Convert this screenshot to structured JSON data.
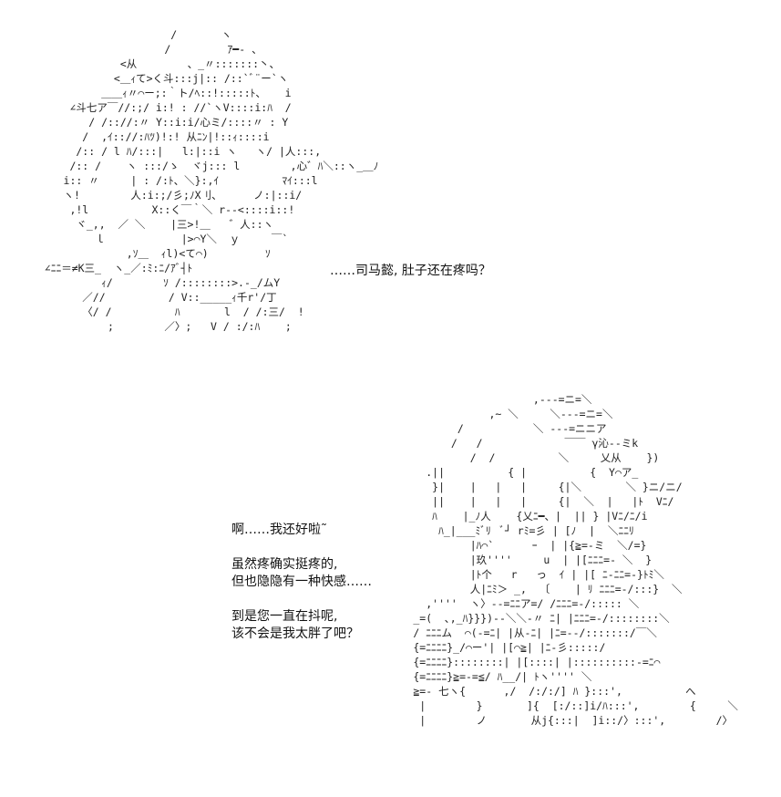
{
  "top_panel": {
    "art": "                       /       ヽ\n                      /         ｱ━- 、\n               <从        、_〃:::::::丶、\n              <＿ｨて>く斗:::j|:: /::`ﾞ¨ー`ヽ\n            ＿＿ｨ〃⌒ー;:｀ト/ﾍ::!:::::ﾄ、   i\n       ∠斗七ア￣//:;/ i:! : //`ヽV::::i:ﾊ  /\n          / /:://:〃 Y::i:i/心ミ/::::〃 : Y\n         /  ,ｲ:://:ﾊﾂ)!:! 从ﾆﾝ|!::ｨ::::i\n        /:: / l ﾊ/:::|   l:|::i ヽ   ヽ/ |人:::,\n       /:: /    ヽ :::/ゝ  ヾj::: l        ,心゛ﾊ＼::ヽ_＿ﾉ\n      i:: 〃     | : /:ﾄ、＼}:,ｲ          ﾏｲ:::l\n      ヽ!        人:i:;/彡;ﾉX刂、     ノ:|::i/\n       ,!l          X::く￣｀＼ r--<::::i::!\n        ヾ_,,  ／ ＼    |三>!＿   ゛人::ヽ\n           ｌ            |>⌒Y＼  ｙ     ￣`\n                ,ｿ＿  ｨl)<て⌒)         ｿ\n   ∠ﾆﾆ＝≠K三_  ヽ_／:ﾐ:ﾆ/ｱﾞ┤ﾄ\n            ｨ/        ｿ /::::::::>.-_/ムY\n         ／//          / V::_____ｨ千r'/丁\n         〈/ /          ﾊ       l  / /:三/  !\n             ;        ／〉;   V / :/:ﾊ    ;",
    "speech_lines": [
      "……司马懿, 肚子还在疼吗？"
    ]
  },
  "bottom_panel": {
    "art": "                           ,---=ニ=＼\n                    ,~ ＼     ＼---=ニ=＼\n               /           ＼ ---=ニニア\n              /   /             ￣￣ γ沁--ミk\n                 /  /          ＼     乂从    })\n          .||          { |          {  Y⌒ア_\n           }|    |   |   |     {|＼       ＼ }ニ/ニ/\n           ||    |   |   |     {|  ＼  |   |ﾄ  Vﾆ/\n           ﾊ    |_ﾉ人    {乂ﾆ━、|  || } |Vﾆ/ﾆ/i\n            ﾊ_|___ﾐﾞﾘ  ﾞ┘ rﾐ=彡 | [ﾉ  |  ＼ﾆﾆﾘ\n                 |ﾊ⌒`      ｰ  | |{≧=-ミ  ＼/=}\n                 |玖''''     u  | |[ﾆﾆﾆ=- ＼  }\n                 |ﾄ个   r   っ  ｲ | |[ ﾆ-ﾆﾆ=-}ﾄﾐ＼\n                 人|ﾆﾐ＞ _,  〔    | ﾘ ﾆﾆﾆ=-/:::}  ＼\n          ,''''  ヽ〉--=ﾆﾆア=/ /ﾆﾆﾆ=-/::::: ＼\n        _=(  ､,_ﾊ}}})--＼＼-〃 ﾆ| |ﾆﾆﾆ=-/::::::::＼\n        / ﾆﾆﾆム  ⌒(-=ﾆ| |从-ﾆ| |ﾆ=--/:::::::/￣＼\n        {=ﾆﾆﾆﾆ}_/⌒ー'| |[⌒≧| |ﾆ-彡:::::/\n        {=ﾆﾆﾆﾆ}::::::::| |[::::| |::::::::::-=ﾆ⌒\n        {=ﾆﾆﾆﾆ}≧=-=≦/ ﾊ__/| ﾄヽ'''' ＼\n        ≧=- 七ヽ{      ,/  /:/:/] ﾊ }:::',          へ\n         |        }       ]{  [:/::]i/ﾊ:::',        {     ＼\n         |        ノ       从j{:::|  ]i::/〉:::',        /〉"
  },
  "speech_bottom_lines": [
    "啊……我还好啦˜",
    "",
    "虽然疼确实挺疼的,",
    "但也隐隐有一种快感……",
    "",
    "到是您一直在抖呢,",
    "该不会是我太胖了吧？"
  ]
}
